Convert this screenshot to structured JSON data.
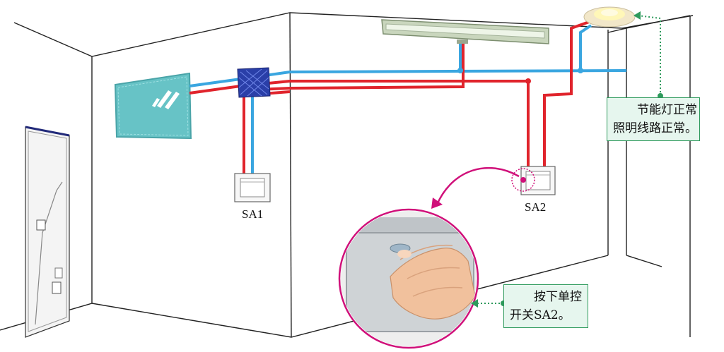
{
  "labels": {
    "switch1": "SA1",
    "switch2": "SA2"
  },
  "callouts": {
    "lamp_note": {
      "line1": "节能灯正常",
      "line2": "照明线路正常。"
    },
    "action_note": {
      "line1": "按下单控",
      "line2": "开关SA2。"
    }
  },
  "colors": {
    "live_wire": "#e0242c",
    "neutral_wire": "#3aa6e0",
    "callout_border": "#2e9a5c",
    "callout_fill": "#e6f6ee",
    "zoom_ring": "#d0107a",
    "panel": "#67c3c6",
    "junction_box": "#2a3fa8"
  },
  "icons": {
    "distribution_panel": "distribution-panel-icon",
    "junction_box": "junction-box-icon",
    "fluorescent_lamp": "fluorescent-tube-lamp-icon",
    "energy_saving_lamp": "ceiling-lamp-icon",
    "wall_switch": "wall-switch-icon",
    "hand": "finger-pressing-switch-icon"
  }
}
